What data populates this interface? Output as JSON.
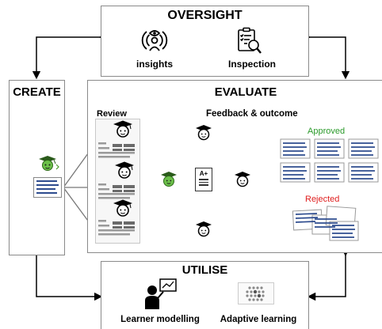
{
  "oversight": {
    "title": "OVERSIGHT",
    "items": [
      {
        "label": "insights",
        "icon": "watching-person-icon"
      },
      {
        "label": "Inspection",
        "icon": "clipboard-magnifier-icon"
      }
    ]
  },
  "create": {
    "title": "CREATE",
    "icon": "student-graduate-icon"
  },
  "evaluate": {
    "title": "EVALUATE",
    "review_label": "Review",
    "feedback_label": "Feedback & outcome",
    "grade_label": "A+",
    "approved_label": "Approved",
    "rejected_label": "Rejected"
  },
  "utilise": {
    "title": "UTILISE",
    "items": [
      {
        "label": "Learner modelling",
        "icon": "presenter-chart-icon"
      },
      {
        "label": "Adaptive learning",
        "icon": "network-grid-icon"
      }
    ]
  },
  "colors": {
    "approved": "#2a9a2a",
    "rejected": "#e02020",
    "dashed_arrows": "#29a3d6",
    "assessor_green": "#4a9a2a",
    "box_border": "#8a8a8a",
    "doc_lines": "#2d4b8e"
  }
}
